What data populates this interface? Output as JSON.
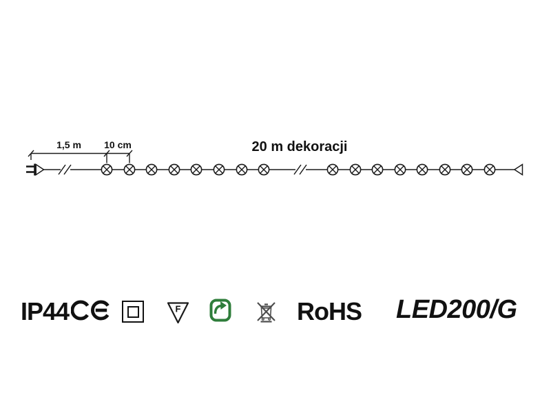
{
  "diagram": {
    "labels": {
      "lead_length": "1,5 m",
      "bulb_spacing": "10 cm",
      "total_length": "20 m dekoracji"
    },
    "bulbs": {
      "count": 16,
      "group1_x": [
        155,
        188,
        220,
        253,
        285,
        318,
        351,
        383
      ],
      "group2_x": [
        483,
        516,
        548,
        581,
        613,
        646,
        678,
        711
      ]
    },
    "icons": {
      "plug": "mains-plug-symbol",
      "break": "line-break-slashes",
      "bulb": "led-bulb-circle-x",
      "end_cap": "end-connector-triangle"
    }
  },
  "certifications": {
    "ip_rating": "IP44",
    "ce_mark": "CE",
    "class2_icon": "double-insulation-square",
    "f_mark_letter": "F",
    "f_mark_icon": "f-triangle-flammable-surface",
    "recycle_icon": "green-recycle-arrow",
    "weee_icon": "crossed-out-wheelie-bin",
    "rohs_label": "RoHS"
  },
  "model_number": "LED200/G",
  "colors": {
    "line": "#1a1a1a",
    "recycle_green": "#2f7d3b",
    "weee_gray": "#4d4d4d"
  }
}
